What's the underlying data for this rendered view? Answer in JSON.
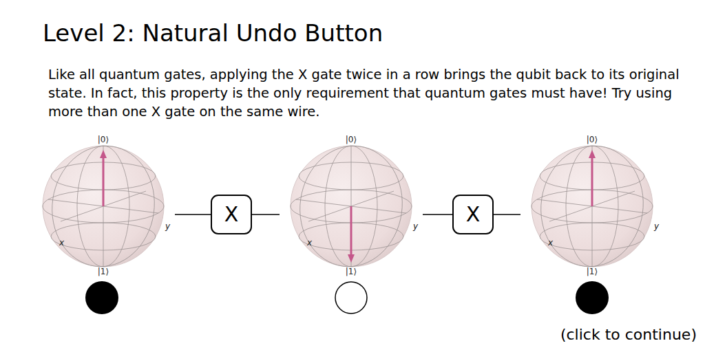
{
  "diagram": {
    "title": "Level 2: Natural Undo Button",
    "nodes": [
      {
        "text": [
          "|0⟩",
          "x",
          "y",
          "|1⟩"
        ]
      },
      {
        "text": [
          "X"
        ]
      },
      {
        "text": [
          "|0⟩",
          "x",
          "y",
          "|1⟩"
        ]
      },
      {
        "text": [
          "X"
        ]
      },
      {
        "text": [
          "|0⟩",
          "x",
          "y",
          "|1⟩"
        ]
      }
    ],
    "edges": [
      {
        "from": 0,
        "to": 1,
        "arrow": "none"
      },
      {
        "from": 1,
        "to": 2,
        "arrow": "none"
      },
      {
        "from": 2,
        "to": 3,
        "arrow": "none"
      },
      {
        "from": 3,
        "to": 4,
        "arrow": "none"
      }
    ],
    "labels": [
      "Like all quantum gates, applying the X gate twice in a row brings the qubit back to its original state. In fact, this property is the only requirement that quantum gates must have! Try using more than one X gate on the same wire.",
      "(click to continue)"
    ]
  }
}
